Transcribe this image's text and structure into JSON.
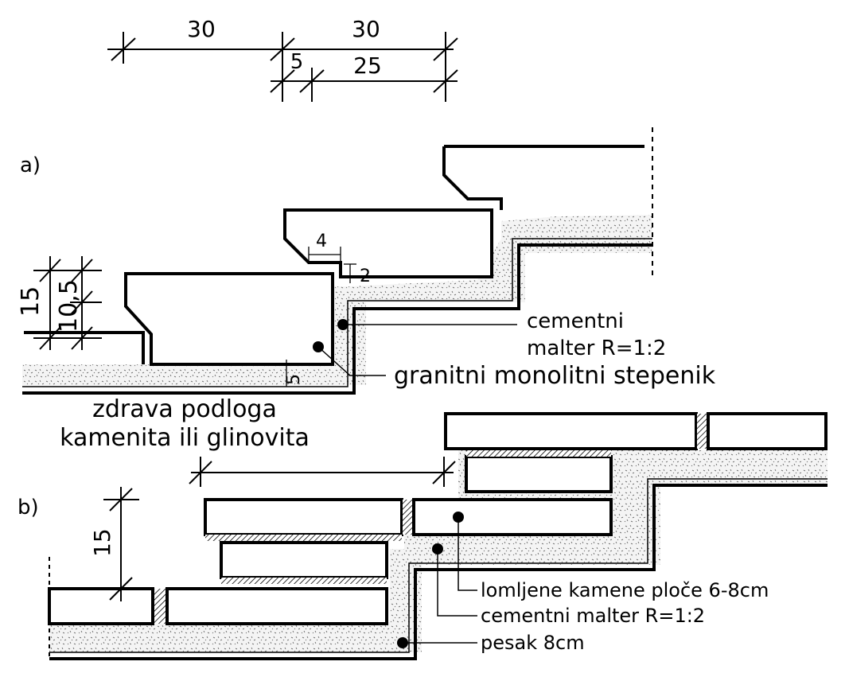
{
  "dimensions": {
    "top_left": "30",
    "top_right": "30",
    "small_5": "5",
    "small_25": "25",
    "d4": "4",
    "d2": "2",
    "d15a": "15",
    "d105": "10,5",
    "d5": "5",
    "d15b": "15"
  },
  "section_a": {
    "tag": "a)",
    "label_mortar": [
      "cementni",
      "malter R=1:2"
    ],
    "label_step": "granitni monolitni stepenik",
    "label_ground": [
      "zdrava podloga",
      "kamenita ili glinovita"
    ]
  },
  "section_b": {
    "tag": "b)",
    "label_slabs": "lomljene kamene ploče 6-8cm",
    "label_mortar": "cementni malter R=1:2",
    "label_sand": "pesak 8cm"
  },
  "colors": {
    "ink": "#000000",
    "paper": "#ffffff",
    "concrete_fill": "#f4f4f4"
  }
}
